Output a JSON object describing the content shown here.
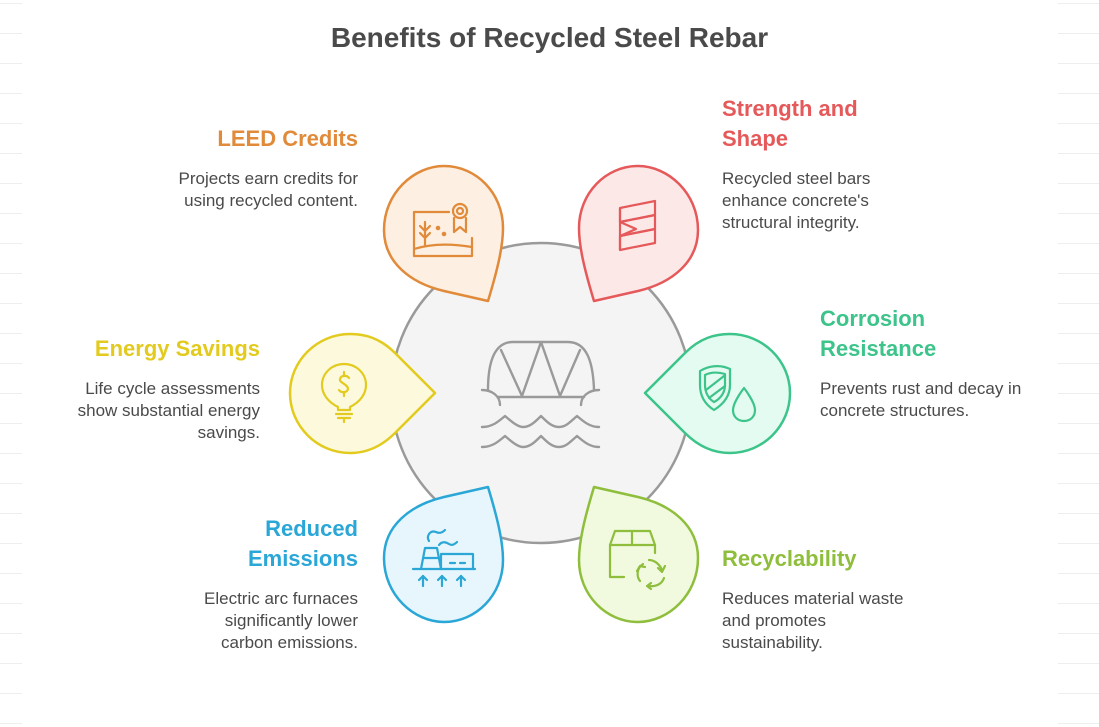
{
  "title": "Benefits of Recycled Steel Rebar",
  "center": {
    "icon": "bridge-over-water-icon",
    "fill": "#f4f4f4",
    "stroke": "#9a9a9a"
  },
  "benefits": [
    {
      "id": "leed-credits",
      "title": "LEED Credits",
      "description": "Projects earn credits for using recycled content.",
      "icon": "certificate-landscape-icon",
      "color": "#E08A3A",
      "fill": "#FDEFE1",
      "position": "top-left"
    },
    {
      "id": "strength-shape",
      "title": "Strength and Shape",
      "title_lines": [
        "Strength and",
        "Shape"
      ],
      "description": "Recycled steel bars enhance concrete's structural integrity.",
      "icon": "steel-coil-icon",
      "color": "#E5595A",
      "fill": "#FDE8E8",
      "position": "top-right"
    },
    {
      "id": "corrosion-resistance",
      "title": "Corrosion Resistance",
      "title_lines": [
        "Corrosion",
        "Resistance"
      ],
      "description": "Prevents rust and decay in concrete structures.",
      "icon": "shield-water-drop-icon",
      "color": "#3CC48A",
      "fill": "#E3FBF0",
      "position": "right"
    },
    {
      "id": "recyclability",
      "title": "Recyclability",
      "description": "Reduces material waste and promotes sustainability.",
      "icon": "box-recycle-icon",
      "color": "#8EBE3C",
      "fill": "#F1FADF",
      "position": "bottom-right"
    },
    {
      "id": "reduced-emissions",
      "title": "Reduced Emissions",
      "title_lines": [
        "Reduced",
        "Emissions"
      ],
      "description": "Electric arc furnaces significantly lower carbon emissions.",
      "icon": "factory-emissions-icon",
      "color": "#2AA7D6",
      "fill": "#E6F6FC",
      "position": "bottom-left"
    },
    {
      "id": "energy-savings",
      "title": "Energy Savings",
      "description": "Life cycle assessments show substantial energy savings.",
      "icon": "lightbulb-dollar-icon",
      "color": "#E2CB1E",
      "fill": "#FDF9DC",
      "position": "left"
    }
  ]
}
